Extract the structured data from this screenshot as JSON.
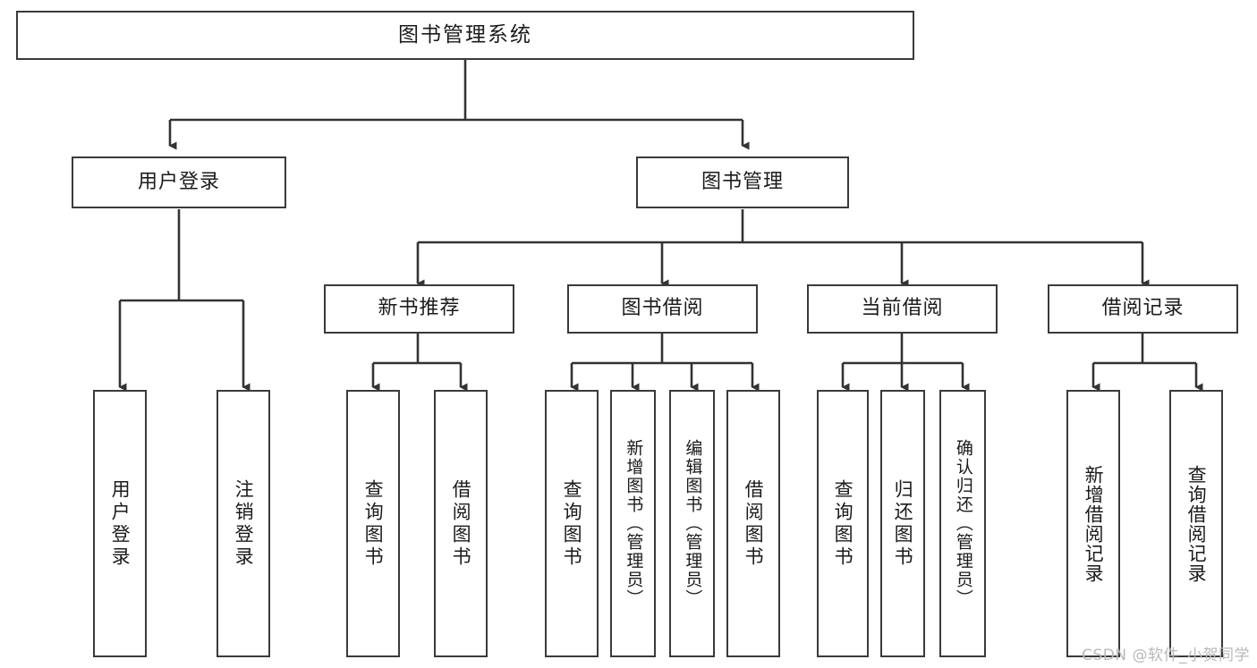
{
  "diagram": {
    "title": "图书管理系统",
    "type": "hierarchy-tree",
    "colors": {
      "background": "#ffffff",
      "box_border": "#3a3a3a",
      "box_fill": "#ffffff",
      "text": "#1b1b1b",
      "connector": "#333333",
      "watermark": "#b9b9b9"
    },
    "root": {
      "label": "图书管理系统"
    },
    "level2": [
      {
        "label": "用户登录"
      },
      {
        "label": "图书管理"
      }
    ],
    "level3": [
      {
        "label": "新书推荐"
      },
      {
        "label": "图书借阅"
      },
      {
        "label": "当前借阅"
      },
      {
        "label": "借阅记录"
      }
    ],
    "leaves": {
      "user_login": [
        {
          "label": "用户登录"
        },
        {
          "label": "注销登录"
        }
      ],
      "new_book_recommend": [
        {
          "label": "查询图书"
        },
        {
          "label": "借阅图书"
        }
      ],
      "book_borrow": [
        {
          "label": "查询图书"
        },
        {
          "label": "新增图书（管理员）"
        },
        {
          "label": "编辑图书（管理员）"
        },
        {
          "label": "借阅图书"
        }
      ],
      "current_borrow": [
        {
          "label": "查询图书"
        },
        {
          "label": "归还图书"
        },
        {
          "label": "确认归还（管理员）"
        }
      ],
      "borrow_record": [
        {
          "label": "新增借阅记录"
        },
        {
          "label": "查询借阅记录"
        }
      ]
    }
  },
  "watermark": {
    "text": "CSDN @软件_小贺同学"
  }
}
